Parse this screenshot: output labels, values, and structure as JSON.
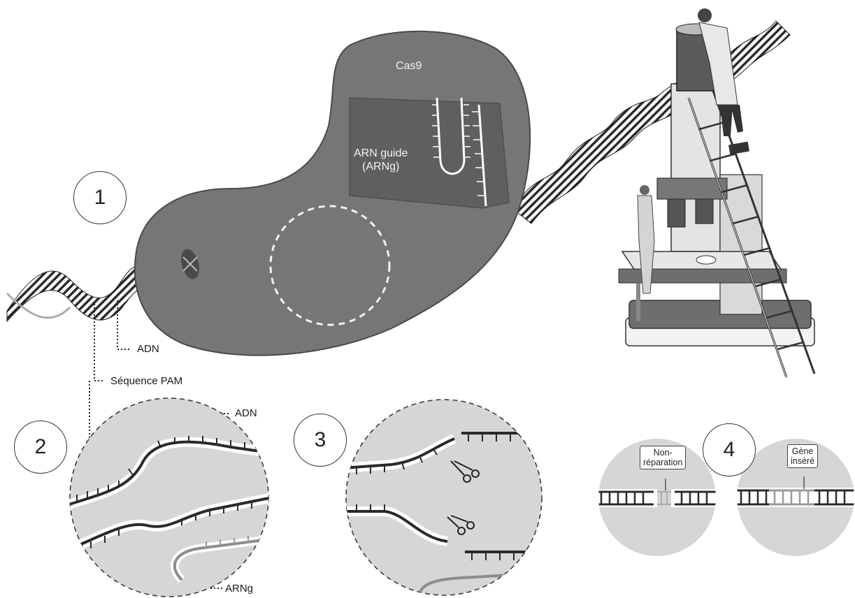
{
  "protein": {
    "name": "Cas9",
    "guide_line1": "ARN guide",
    "guide_line2": "(ARNg)"
  },
  "labels": {
    "dna": "ADN",
    "pam": "Séquence PAM",
    "dna2": "ADN",
    "arng": "ARNg"
  },
  "steps": [
    "1",
    "2",
    "3",
    "4"
  ],
  "outcomes": {
    "left_line1": "Non-",
    "left_line2": "réparation",
    "right_line1": "Gène",
    "right_line2": "inséré"
  },
  "colors": {
    "protein": "#767676",
    "guide_panel": "#5f5f5f",
    "dna_dark": "#2a2a2a",
    "lens_bg": "#d6d6d6",
    "rna": "#9a9a9a"
  }
}
